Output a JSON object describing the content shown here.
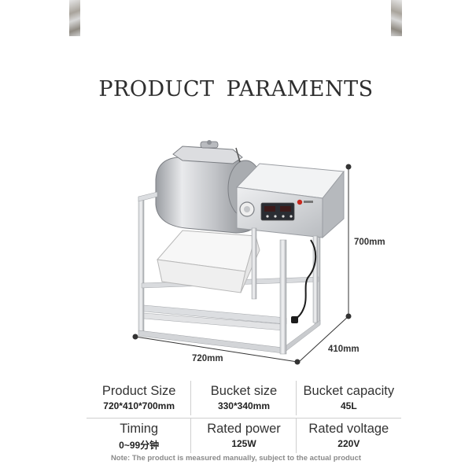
{
  "title": "PRODUCT  PARAMENTS",
  "dimensions": {
    "height": "700mm",
    "width": "720mm",
    "depth": "410mm"
  },
  "specs": [
    {
      "label": "Product Size",
      "value": "720*410*700mm"
    },
    {
      "label": "Bucket size",
      "value": "330*340mm"
    },
    {
      "label": "Bucket capacity",
      "value": "45L"
    },
    {
      "label": "Timing",
      "value": "0~99分钟"
    },
    {
      "label": "Rated power",
      "value": "125W"
    },
    {
      "label": "Rated voltage",
      "value": "220V"
    }
  ],
  "note": "Note: The product is measured manually, subject to the actual product",
  "colors": {
    "steel_light": "#e4e5e7",
    "steel_dark": "#8e9196",
    "brand_red": "#c8281e",
    "text_dark": "#2e2e2e",
    "note_gray": "#8a8a8a"
  }
}
